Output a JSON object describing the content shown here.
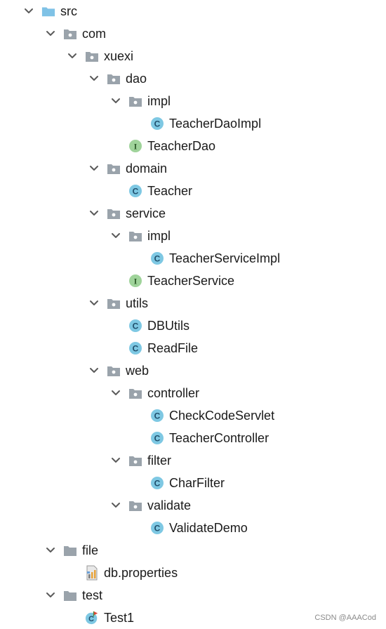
{
  "tree": [
    {
      "label": "src",
      "type": "source-folder",
      "icon": "source-folder-icon",
      "expanded": true,
      "depth": 0
    },
    {
      "label": "com",
      "type": "package",
      "icon": "package-icon",
      "expanded": true,
      "depth": 1
    },
    {
      "label": "xuexi",
      "type": "package",
      "icon": "package-icon",
      "expanded": true,
      "depth": 2
    },
    {
      "label": "dao",
      "type": "package",
      "icon": "package-icon",
      "expanded": true,
      "depth": 3
    },
    {
      "label": "impl",
      "type": "package",
      "icon": "package-icon",
      "expanded": true,
      "depth": 4
    },
    {
      "label": "TeacherDaoImpl",
      "type": "class",
      "icon": "class-icon",
      "glyph": "C",
      "depth": 5
    },
    {
      "label": "TeacherDao",
      "type": "interface",
      "icon": "interface-icon",
      "glyph": "I",
      "depth": 4
    },
    {
      "label": "domain",
      "type": "package",
      "icon": "package-icon",
      "expanded": true,
      "depth": 3
    },
    {
      "label": "Teacher",
      "type": "class",
      "icon": "class-icon",
      "glyph": "C",
      "depth": 4
    },
    {
      "label": "service",
      "type": "package",
      "icon": "package-icon",
      "expanded": true,
      "depth": 3
    },
    {
      "label": "impl",
      "type": "package",
      "icon": "package-icon",
      "expanded": true,
      "depth": 4
    },
    {
      "label": "TeacherServiceImpl",
      "type": "class",
      "icon": "class-icon",
      "glyph": "C",
      "depth": 5
    },
    {
      "label": "TeacherService",
      "type": "interface",
      "icon": "interface-icon",
      "glyph": "I",
      "depth": 4
    },
    {
      "label": "utils",
      "type": "package",
      "icon": "package-icon",
      "expanded": true,
      "depth": 3
    },
    {
      "label": "DBUtils",
      "type": "class",
      "icon": "class-icon",
      "glyph": "C",
      "depth": 4
    },
    {
      "label": "ReadFile",
      "type": "class",
      "icon": "class-icon",
      "glyph": "C",
      "depth": 4
    },
    {
      "label": "web",
      "type": "package",
      "icon": "package-icon",
      "expanded": true,
      "depth": 3
    },
    {
      "label": "controller",
      "type": "package",
      "icon": "package-icon",
      "expanded": true,
      "depth": 4
    },
    {
      "label": "CheckCodeServlet",
      "type": "class",
      "icon": "class-icon",
      "glyph": "C",
      "depth": 5
    },
    {
      "label": "TeacherController",
      "type": "class",
      "icon": "class-icon",
      "glyph": "C",
      "depth": 5
    },
    {
      "label": "filter",
      "type": "package",
      "icon": "package-icon",
      "expanded": true,
      "depth": 4
    },
    {
      "label": "CharFilter",
      "type": "class",
      "icon": "class-icon",
      "glyph": "C",
      "depth": 5
    },
    {
      "label": "validate",
      "type": "package",
      "icon": "package-icon",
      "expanded": true,
      "depth": 4
    },
    {
      "label": "ValidateDemo",
      "type": "class",
      "icon": "class-icon",
      "glyph": "C",
      "depth": 5
    },
    {
      "label": "file",
      "type": "folder",
      "icon": "folder-icon",
      "expanded": true,
      "depth": 1
    },
    {
      "label": "db.properties",
      "type": "properties",
      "icon": "properties-file-icon",
      "depth": 2
    },
    {
      "label": "test",
      "type": "folder",
      "icon": "folder-icon",
      "expanded": true,
      "depth": 1
    },
    {
      "label": "Test1",
      "type": "test-class",
      "icon": "test-class-icon",
      "glyph": "C",
      "depth": 2
    }
  ],
  "colors": {
    "class_fill": "#7ec8e3",
    "class_text": "#1f4e6b",
    "interface_fill": "#9fd39a",
    "interface_text": "#2f5d2b",
    "folder": "#9aa3ab",
    "source_folder": "#7fc2e6",
    "chevron": "#5a5a5a"
  },
  "watermark": "CSDN @AAACod"
}
